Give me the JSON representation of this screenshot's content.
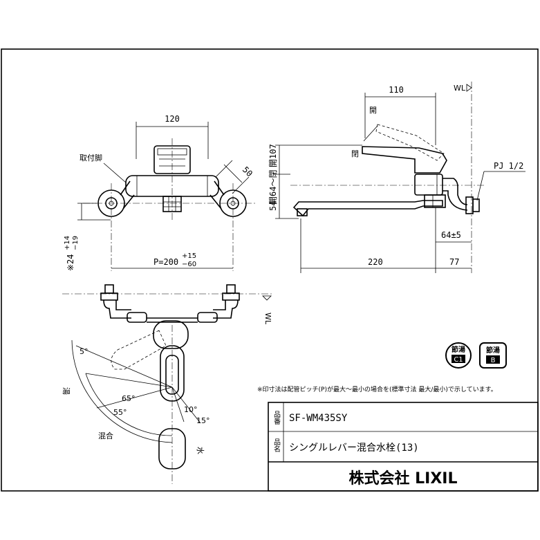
{
  "dimensions": {
    "front_width": "120",
    "side_depth": "110",
    "angle_50": "50",
    "height_top": "開107",
    "height_mid": "開64～閉",
    "height_54": "54",
    "pitch": "P=200",
    "pitch_tol_upper": "+15",
    "pitch_tol_lower": "−60",
    "wall_offset": "※24",
    "wall_offset_tol_upper": "+14",
    "wall_offset_tol_lower": "−19",
    "spout_length": "220",
    "connect": "64±5",
    "connect_77": "77",
    "pj": "PJ 1/2",
    "angle_5": "5°",
    "angle_65": "65°",
    "angle_55": "55°",
    "angle_10": "10°",
    "angle_15": "15°"
  },
  "labels": {
    "mount_fitting": "取付脚",
    "open": "開",
    "close": "閉",
    "wl": "WL",
    "hot": "湯",
    "mix": "混合",
    "cold": "水"
  },
  "badges": {
    "badge1_top": "節湯",
    "badge1_bottom": "C1",
    "badge2_top": "節湯",
    "badge2_bottom": "B"
  },
  "note": "※印寸法は配管ピッチ(P)が最大～最小の場合を(標準寸法 最大/最小)で示しています。",
  "title_block": {
    "part_no_label": "品番",
    "part_no": "SF-WM435SY",
    "name_label": "品名",
    "name": "シングルレバー混合水栓(13)",
    "company": "株式会社 LIXIL"
  }
}
